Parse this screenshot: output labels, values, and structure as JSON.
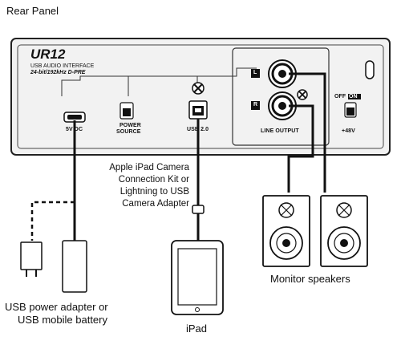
{
  "title": "Rear Panel",
  "panel": {
    "model": "UR12",
    "line1": "USB AUDIO INTERFACE",
    "line2": "24-bit/192kHz D-PRE",
    "port_5vdc": "5V DC",
    "power_source_line1": "POWER",
    "power_source_line2": "SOURCE",
    "usb_label": "USB 2.0",
    "line_output": "LINE OUTPUT",
    "ch_l": "L",
    "ch_r": "R",
    "off": "OFF",
    "on": "ON",
    "phantom": "+48V"
  },
  "labels": {
    "adapter_line1": "Apple iPad Camera",
    "adapter_line2": "Connection Kit or",
    "adapter_line3": "Lightning to USB",
    "adapter_line4": "Camera Adapter",
    "power_line1": "USB power adapter or",
    "power_line2": "USB mobile battery",
    "ipad": "iPad",
    "monitors": "Monitor speakers"
  }
}
